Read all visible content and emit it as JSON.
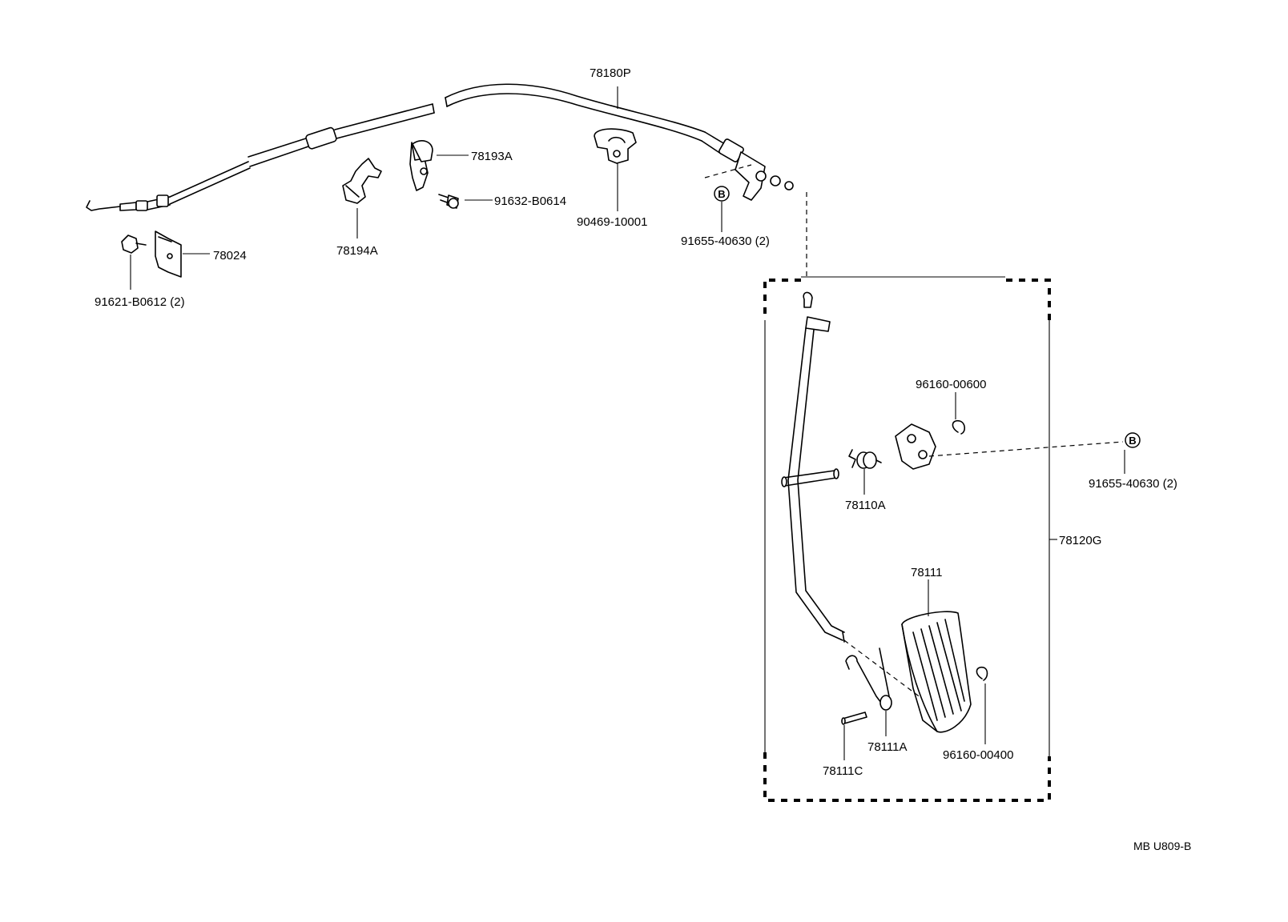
{
  "labels": {
    "p78180P": "78180P",
    "p78193A": "78193A",
    "p91632": "91632-B0614",
    "p90469": "90469-10001",
    "p91655_top": "91655-40630 (2)",
    "p78024": "78024",
    "p78194A": "78194A",
    "p91621": "91621-B0612 (2)",
    "p96160_600": "96160-00600",
    "p91655_right": "91655-40630 (2)",
    "p78110A": "78110A",
    "p78120G": "78120G",
    "p78111": "78111",
    "p78111A": "78111A",
    "p96160_400": "96160-00400",
    "p78111C": "78111C",
    "ref_b_top": "B",
    "ref_b_right": "B",
    "drawing_code": "MB U809-B"
  }
}
